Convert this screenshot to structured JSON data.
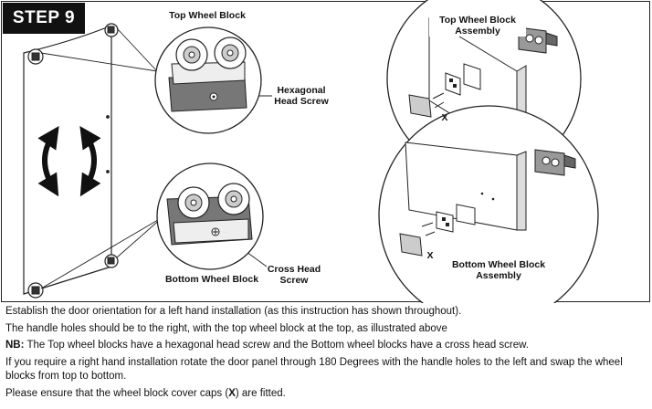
{
  "header": {
    "step_label": "STEP 9"
  },
  "labels": {
    "top_wheel_block": "Top Wheel Block",
    "hex_screw_line1": "Hexagonal",
    "hex_screw_line2": "Head Screw",
    "bottom_wheel_block": "Bottom Wheel Block",
    "cross_screw_line1": "Cross Head",
    "cross_screw_line2": "Screw",
    "top_assembly_line1": "Top Wheel Block",
    "top_assembly_line2": "Assembly",
    "bottom_assembly_line1": "Bottom Wheel Block",
    "bottom_assembly_line2": "Assembly",
    "cap_marker_top": "X",
    "cap_marker_bottom": "X"
  },
  "instructions": {
    "line1": "Establish the door orientation for a left hand installation (as this instruction has shown throughout).",
    "line2": "The handle holes should be to the right, with the top wheel block at the top, as illustrated above",
    "nb_tag": "NB:",
    "nb_text": " The Top wheel blocks have a hexagonal head screw and the Bottom wheel blocks have a cross head screw.",
    "line4": "If you require a right hand installation rotate the door panel through 180 Degrees with the handle holes to the left and swap the wheel blocks from top to bottom.",
    "line5_before": "Please ensure that the wheel block cover caps (",
    "line5_x": "X",
    "line5_after": ") are fitted."
  }
}
